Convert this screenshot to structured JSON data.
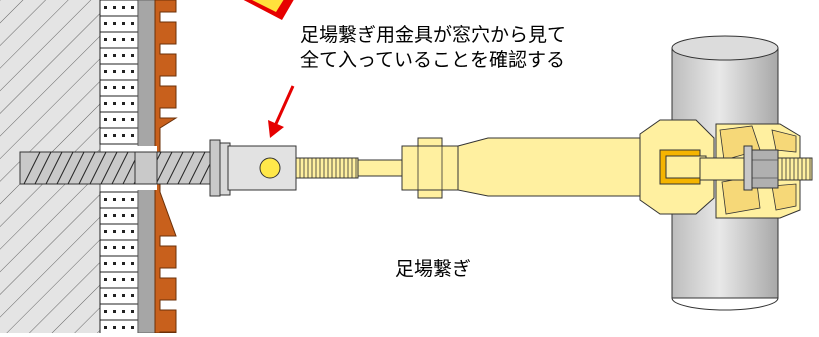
{
  "annotation": {
    "lines": [
      "足場繋ぎ用金具が窓穴から見て",
      "全て入っていることを確認する"
    ]
  },
  "caption": "足場繋ぎ",
  "colors": {
    "metal_fill": "#fff0a0",
    "metal_stroke": "#000000",
    "arrow_red": "#e60000",
    "brick_gray": "#a6a6a6",
    "wall_orange": "#c8601c",
    "pipe_gray": "#d4d4d4",
    "bolt_gray": "#b0b0b0",
    "highlight_orange": "#f0a000"
  }
}
